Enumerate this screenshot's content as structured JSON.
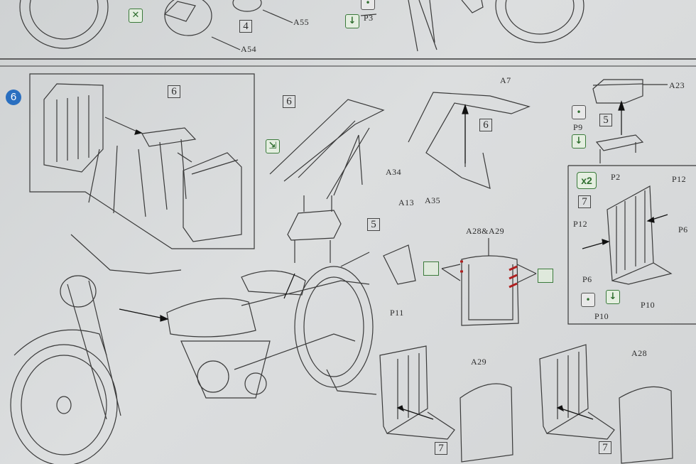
{
  "top_section": {
    "labels": {
      "a55": "A55",
      "a54": "A54",
      "p3": "P3",
      "box4": "4"
    },
    "icons": [
      "no-glue-icon",
      "press-down-icon",
      "glue-icon"
    ]
  },
  "step": {
    "number": "6",
    "inset_box": "6",
    "labels": {
      "rack_box_left": "6",
      "rack_box_right": "6",
      "seat_box": "5",
      "a7": "A7",
      "a34": "A34",
      "a35": "A35",
      "a13": "A13",
      "p11": "P11",
      "a28_a29": "A28&A29",
      "a29": "A29",
      "a28": "A28",
      "bag_box_left": "7",
      "bag_box_right": "7"
    }
  },
  "seat_sub": {
    "a23": "A23",
    "p9": "P9",
    "box": "5"
  },
  "subassembly_7": {
    "multiplier": "x2",
    "box": "7",
    "labels": {
      "p2": "P2",
      "p12_right": "P12",
      "p12_left": "P12",
      "p6_right": "P6",
      "p6_left": "P6",
      "p10_right": "P10",
      "p10_left": "P10"
    }
  },
  "colors": {
    "step_badge": "#2a6fc0",
    "icon_green": "#2f6e2f",
    "line": "#3a3a3a",
    "decal_red": "#b02020"
  }
}
